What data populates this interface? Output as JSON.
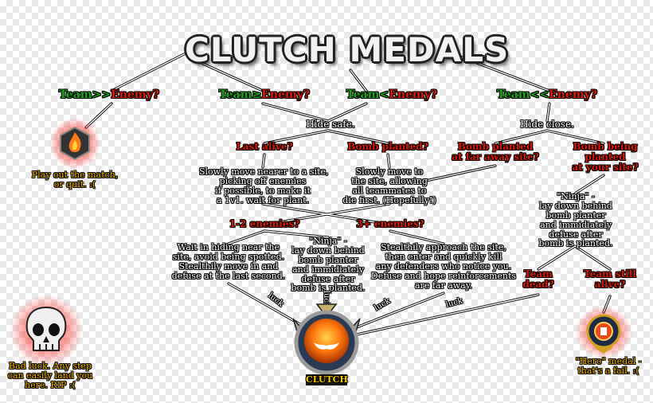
{
  "title": "CLUTCH MEDALS",
  "conditions": [
    {
      "team": "Team",
      "op": ">>",
      "enemy": "Enemy?"
    },
    {
      "team": "Team",
      "op": "≥",
      "enemy": "Enemy?"
    },
    {
      "team": "Team",
      "op": "<",
      "enemy": "Enemy?"
    },
    {
      "team": "Team",
      "op": "<<",
      "enemy": "Enemy?"
    }
  ],
  "nodes": {
    "hide_safe": "Hide safe.",
    "hide_close": "Hide close.",
    "last_alive": "Last alive?",
    "bomb_planted": "Bomb planted?",
    "bomb_far": [
      "Bomb planted",
      "at far away site?"
    ],
    "bomb_your": [
      "Bomb being",
      "planted",
      "at your site?"
    ],
    "slowly_move_nearer": [
      "Slowly move nearer to a site,",
      "picking off enemies",
      "if possible, to make it",
      "a 1v1. wait for plant."
    ],
    "slowly_move_to": [
      "Slowly move to",
      "the site, allowing",
      "all teammates to",
      "die first. (Hopefully!)"
    ],
    "enemies_1_2": "1-2 enemies?",
    "enemies_3": "3+ enemies?",
    "wait_hiding": [
      "Wait in hiding near the",
      "site, avoid being spotted.",
      "Stealthily move in and",
      "defuse at the last second."
    ],
    "ninja_center": [
      "\"Ninja\" -",
      "lay down behind",
      "bomb planter",
      "and immidiately",
      "defuse after",
      "bomb is planted."
    ],
    "stealth_approach": [
      "Stealthily approach the site,",
      "then  enter and quickly kill",
      "any defenders who notice you.",
      "Defuse and hope reinforcements",
      "are far away."
    ],
    "ninja_right": [
      "\"Ninja\" -",
      "lay down behind",
      "bomb planter",
      "and immidiately",
      "defuse after",
      "bomb is planted."
    ],
    "team_dead": [
      "Team",
      "dead?"
    ],
    "team_alive": [
      "Team still",
      "alive?"
    ]
  },
  "outcomes": {
    "play_out": [
      "Play out the match,",
      "or quit. :("
    ],
    "bad_luck": [
      "Bad luck. Any step",
      "can easily land you",
      "here. RIP :("
    ],
    "hero": [
      "\"Hero\" medal -",
      "that's a fail. :("
    ],
    "clutch_label": "CLUTCH"
  },
  "edge_labels": {
    "luck_1": "luck",
    "luck_2": "luck",
    "luck_3": "luck",
    "luck_4": "luck"
  },
  "colors": {
    "green": "#1fa11f",
    "red": "#d81a0a",
    "gold": "#f5b400",
    "line": "#ffffff",
    "outline": "#000000"
  },
  "icons": [
    "flame-medal-icon",
    "skull-icon",
    "clutch-medal-icon",
    "hero-medal-icon"
  ]
}
